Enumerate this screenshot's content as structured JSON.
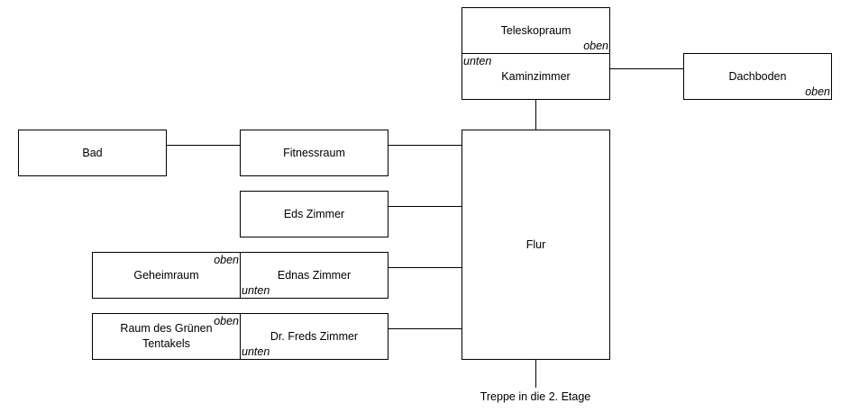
{
  "rooms": {
    "teleskopraum": {
      "label": "Teleskopraum",
      "tag": "oben"
    },
    "kaminzimmer": {
      "label": "Kaminzimmer",
      "tag": "unten"
    },
    "dachboden": {
      "label": "Dachboden",
      "tag": "oben"
    },
    "bad": {
      "label": "Bad"
    },
    "fitnessraum": {
      "label": "Fitnessraum"
    },
    "flur": {
      "label": "Flur"
    },
    "eds_zimmer": {
      "label": "Eds Zimmer"
    },
    "geheimraum": {
      "label": "Geheimraum",
      "tag": "oben"
    },
    "ednas_zimmer": {
      "label": "Ednas Zimmer",
      "tag": "unten"
    },
    "raum_gruen": {
      "label": "Raum des Grünen Tentakels",
      "tag": "oben"
    },
    "dr_freds_zimmer": {
      "label": "Dr. Freds Zimmer",
      "tag": "unten"
    }
  },
  "stairs_label": "Treppe in die 2. Etage"
}
